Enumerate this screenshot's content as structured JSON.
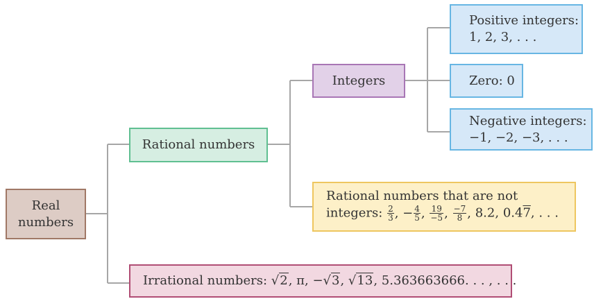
{
  "root": {
    "line1": "Real",
    "line2": "numbers"
  },
  "rational": {
    "label": "Rational numbers"
  },
  "integers": {
    "label": "Integers"
  },
  "positive": {
    "line1": "Positive integers:",
    "line2": "1, 2, 3, . . ."
  },
  "zero": {
    "label": "Zero: 0"
  },
  "negative": {
    "line1": "Negative integers:",
    "line2": "−1, −2, −3, . . ."
  },
  "non_integers": {
    "line1": "Rational numbers that are not",
    "prefix": "integers:",
    "fractions": [
      {
        "sign": "",
        "num": "2",
        "den": "3",
        "after": ","
      },
      {
        "sign": "−",
        "num": "4",
        "den": "5",
        "after": ","
      },
      {
        "sign": "",
        "num": "19",
        "den": "−5",
        "after": ","
      },
      {
        "sign": "",
        "num": "−7",
        "den": "8",
        "after": ","
      }
    ],
    "decimal": "8.2,",
    "repeating_lead": "0.4",
    "repeating_digit": "7",
    "tail": ", . . ."
  },
  "irrational": {
    "prefix": "Irrational numbers:",
    "root2": "2",
    "pi": "π,",
    "neg_sign": "−",
    "root3": "3",
    "root13": "13",
    "decimal": "5.363663666. . . , . . ."
  },
  "colors": {
    "root_fill": "#ddccc5",
    "root_border": "#a07866",
    "rational_fill": "#d6eee2",
    "rational_border": "#5fbf91",
    "integers_fill": "#e2d1e8",
    "integers_border": "#a876b5",
    "integer_kinds_fill": "#d6e8f8",
    "integer_kinds_border": "#67b6e3",
    "non_integers_fill": "#fdf0c8",
    "non_integers_border": "#eec65f",
    "irrational_fill": "#f2d8e1",
    "irrational_border": "#b04d74",
    "connector": "#a6a6a6"
  }
}
